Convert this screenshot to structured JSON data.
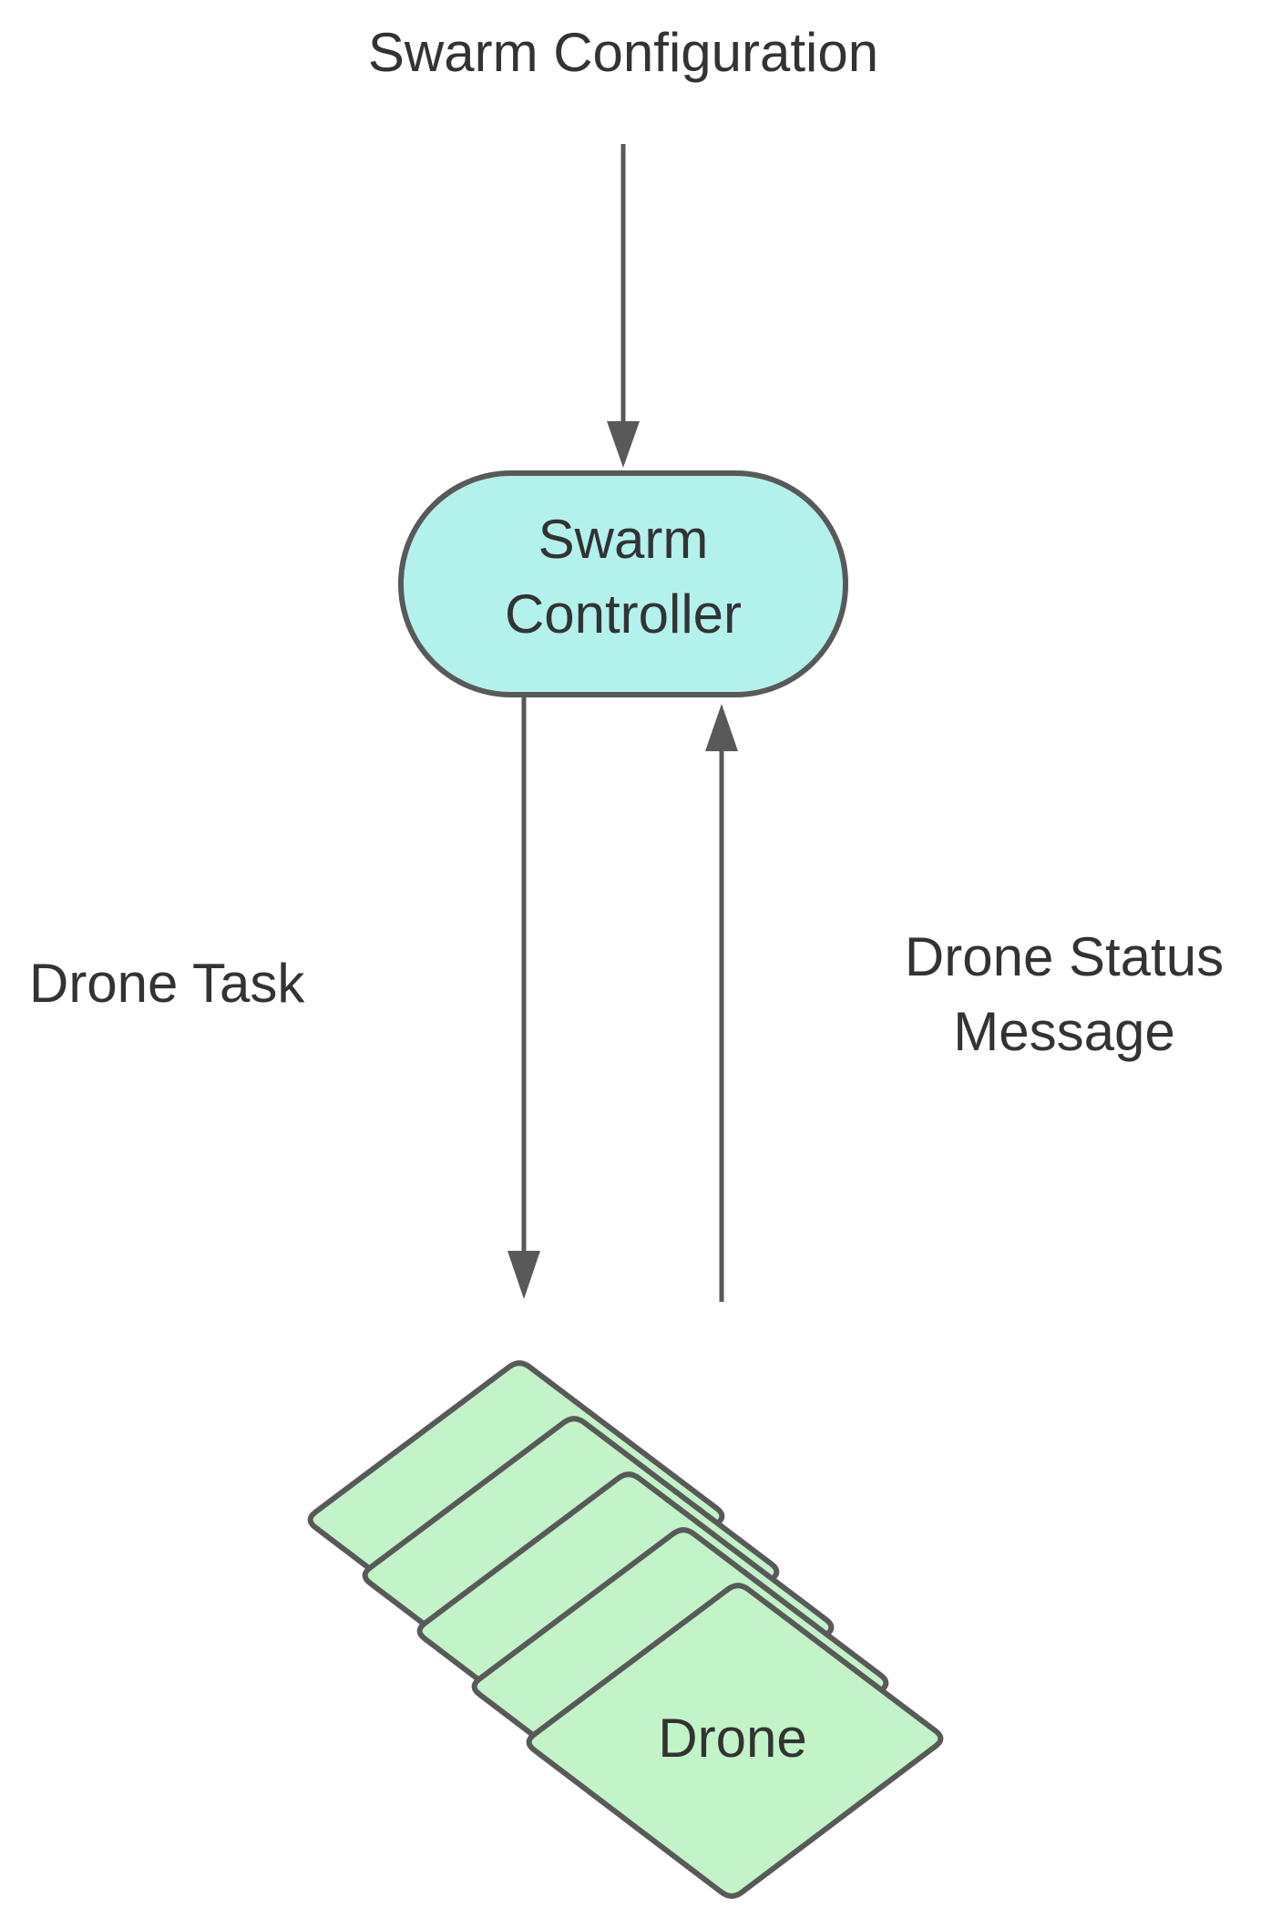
{
  "input_label": "Swarm Configuration",
  "controller": {
    "line1": "Swarm",
    "line2": "Controller",
    "fill_color": "#b3f2ec"
  },
  "task_label": "Drone Task",
  "status_label": {
    "line1": "Drone Status",
    "line2": "Message"
  },
  "drone_label": "Drone",
  "drone_fill_color": "#c2f4c8",
  "stroke_color": "#595959"
}
